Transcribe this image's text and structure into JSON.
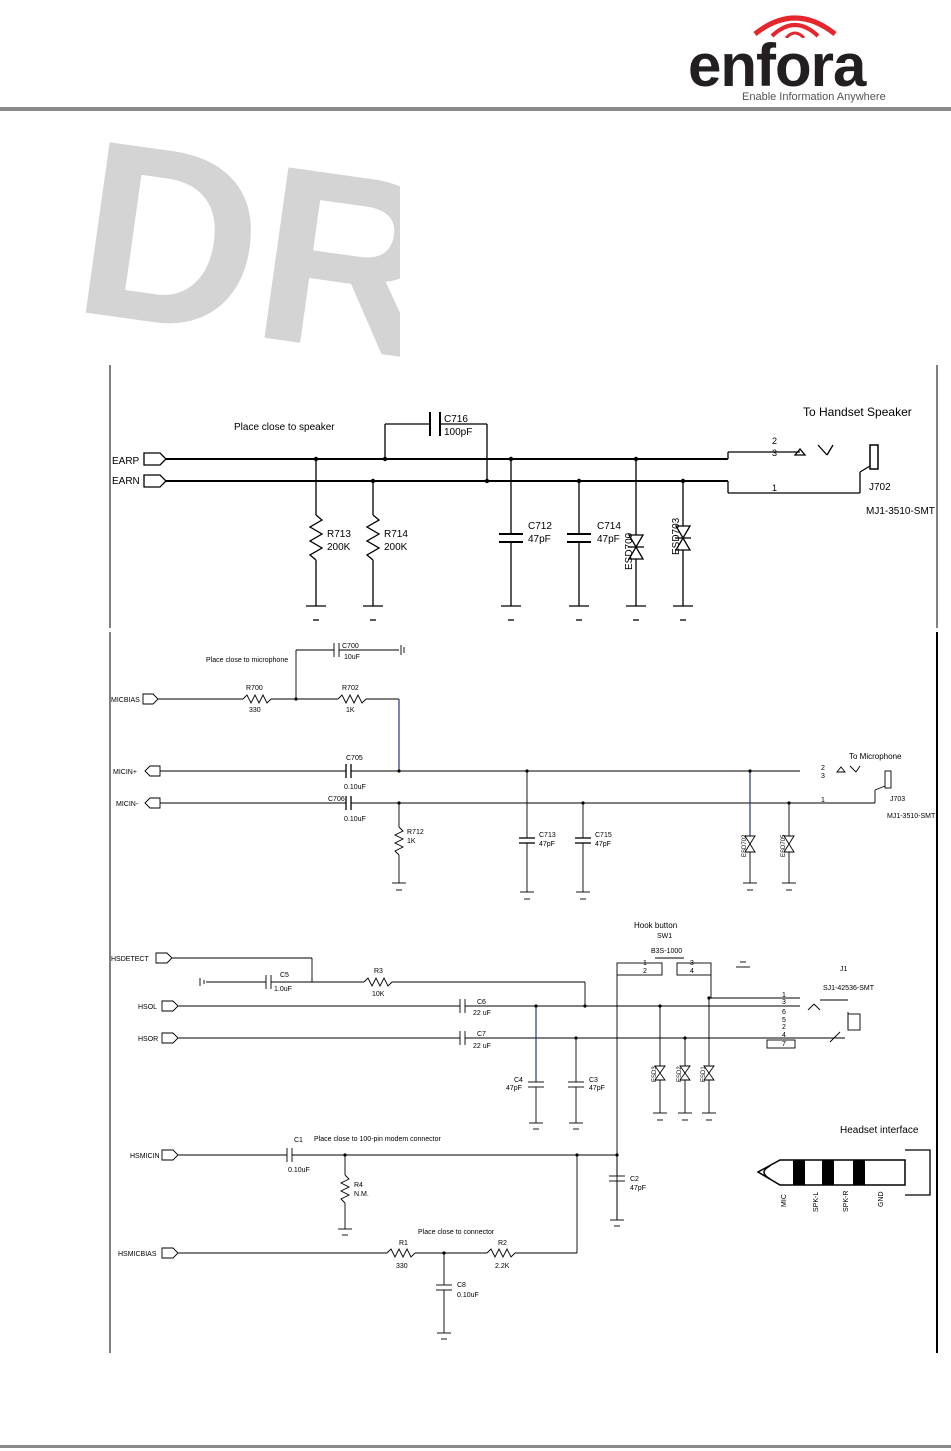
{
  "logo": {
    "word": "enfora",
    "tagline": "Enable Information Anywhere",
    "word_color": "#231f20",
    "accent_color": "#e5272d"
  },
  "watermark": {
    "text": "DRA",
    "color": "#cfcfcf"
  },
  "speaker": {
    "note": "Place close to speaker",
    "title": "To Handset Speaker",
    "nets": [
      "EARP",
      "EARN"
    ],
    "c716": {
      "ref": "C716",
      "value": "100pF"
    },
    "r713": {
      "ref": "R713",
      "value": "200K"
    },
    "r714": {
      "ref": "R714",
      "value": "200K"
    },
    "c712": {
      "ref": "C712",
      "value": "47pF"
    },
    "c714": {
      "ref": "C714",
      "value": "47pF"
    },
    "esd1": "ESD700",
    "esd2": "ESD703",
    "jack": {
      "ref": "J702",
      "part": "MJ1-3510-SMT",
      "pins": [
        "2",
        "3",
        "1"
      ]
    }
  },
  "mic": {
    "note": "Place close to microphone",
    "title": "To Microphone",
    "nets": [
      "MICBIAS",
      "MICIN+",
      "MICIN-"
    ],
    "c700": {
      "ref": "C700",
      "value": "10uF"
    },
    "r700": {
      "ref": "R700",
      "value": "330"
    },
    "r702": {
      "ref": "R702",
      "value": "1K"
    },
    "c705": {
      "ref": "C705",
      "value": "0.10uF"
    },
    "c706": {
      "ref": "C706",
      "value": "0.10uF"
    },
    "r712": {
      "ref": "R712",
      "value": "1K"
    },
    "c713": {
      "ref": "C713",
      "value": "47pF"
    },
    "c715": {
      "ref": "C715",
      "value": "47pF"
    },
    "esd1": "ESD702",
    "esd2": "ESD705",
    "jack": {
      "ref": "J703",
      "part": "MJ1-3510-SMT",
      "pins": [
        "2",
        "3",
        "1"
      ]
    }
  },
  "headset": {
    "nets": [
      "HSDETECT",
      "HSOL",
      "HSOR",
      "HSMICIN",
      "HSMICBIAS"
    ],
    "hook_title": "Hook button",
    "sw": {
      "ref": "SW1",
      "part": "B3S-1000",
      "pins": [
        "1",
        "2",
        "3",
        "4"
      ]
    },
    "c5": {
      "ref": "C5",
      "value": "1.0uF"
    },
    "r3": {
      "ref": "R3",
      "value": "10K"
    },
    "c6": {
      "ref": "C6",
      "value": "22 uF"
    },
    "c7": {
      "ref": "C7",
      "value": "22 uF"
    },
    "c4": {
      "ref": "C4",
      "value": "47pF"
    },
    "c3": {
      "ref": "C3",
      "value": "47pF"
    },
    "esd": [
      "ESD3",
      "ESD2",
      "ESD1"
    ],
    "jack": {
      "ref": "J1",
      "part": "SJ1-42536-SMT",
      "pins": [
        "1",
        "3",
        "6",
        "5",
        "2",
        "4",
        "7"
      ]
    },
    "c1": {
      "ref": "C1",
      "value": "0.10uF"
    },
    "c1_note": "Place close to 100-pin modem connector",
    "r4": {
      "ref": "R4",
      "value": "N.M."
    },
    "c2": {
      "ref": "C2",
      "value": "47pF"
    },
    "note2": "Place close to connector",
    "r1": {
      "ref": "R1",
      "value": "330"
    },
    "r2": {
      "ref": "R2",
      "value": "2.2K"
    },
    "c8": {
      "ref": "C8",
      "value": "0.10uF"
    },
    "interface_title": "Headset interface",
    "plug_labels": [
      "MIC",
      "SPK-L",
      "SPK-R",
      "GND"
    ]
  }
}
